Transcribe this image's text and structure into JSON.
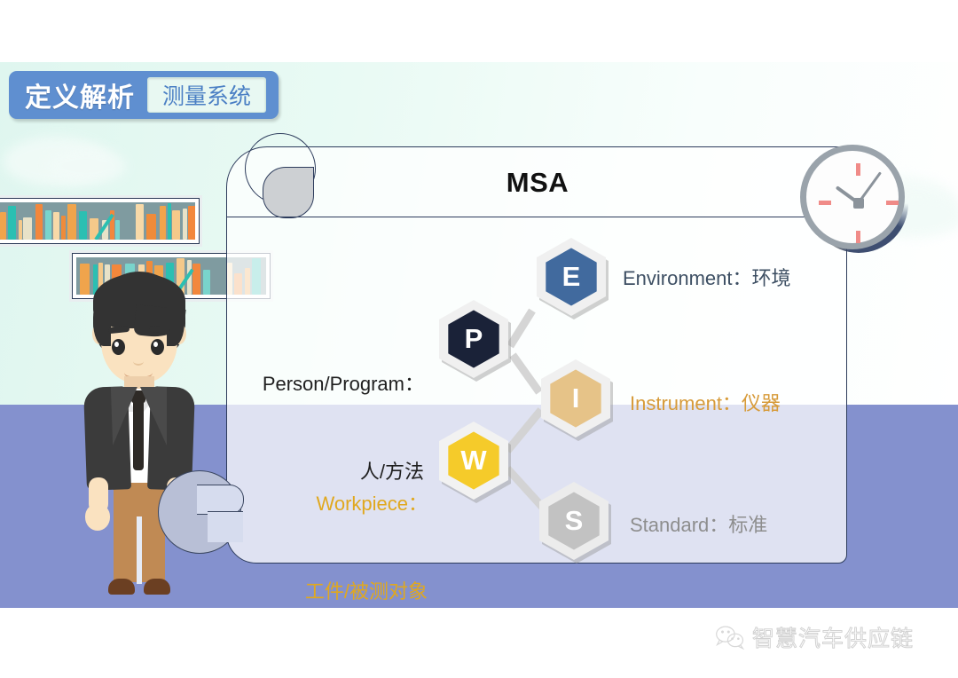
{
  "header": {
    "title": "定义解析",
    "chip": "测量系统"
  },
  "panel": {
    "title": "MSA"
  },
  "clock": {
    "icon": "clock-icon",
    "hour_hand_deg": -54,
    "minute_hand_deg": 36
  },
  "hexagons": [
    {
      "key": "E",
      "letter": "E",
      "name": "environment",
      "color": "#416a9e",
      "ring": "#f0f0f0"
    },
    {
      "key": "P",
      "letter": "P",
      "name": "person-program",
      "color": "#1a2238",
      "ring": "#f0f0f0"
    },
    {
      "key": "I",
      "letter": "I",
      "name": "instrument",
      "color": "#e6c388",
      "ring": "#f0f0f0"
    },
    {
      "key": "W",
      "letter": "W",
      "name": "workpiece",
      "color": "#f5cb2a",
      "ring": "#f2f2f2"
    },
    {
      "key": "S",
      "letter": "S",
      "name": "standard",
      "color": "#c2c2c2",
      "ring": "#ececec"
    }
  ],
  "labels": {
    "environment": "Environment：环境",
    "instrument": "Instrument：仪器",
    "standard": "Standard：标准",
    "person_line1": "Person/Program：",
    "person_line2": "人/方法",
    "workpiece_line1": "Workpiece：",
    "workpiece_line2": "工件/被测对象"
  },
  "label_colors": {
    "environment": "#3d4f63",
    "instrument": "#d79b3a",
    "standard": "#8e8e8e",
    "person": "#1f1f1f",
    "workpiece": "#e0a81f"
  },
  "watermark": {
    "text": "智慧汽车供应链",
    "icon": "wechat-icon"
  },
  "scene": {
    "wall_color": "#e8faf4",
    "floor_color": "#8491ce",
    "panel_border": "#2d3c5c",
    "header_bg": "#5f8fd0",
    "chip_bg": "#e8f8f2",
    "chip_text_color": "#4a7fc4"
  }
}
